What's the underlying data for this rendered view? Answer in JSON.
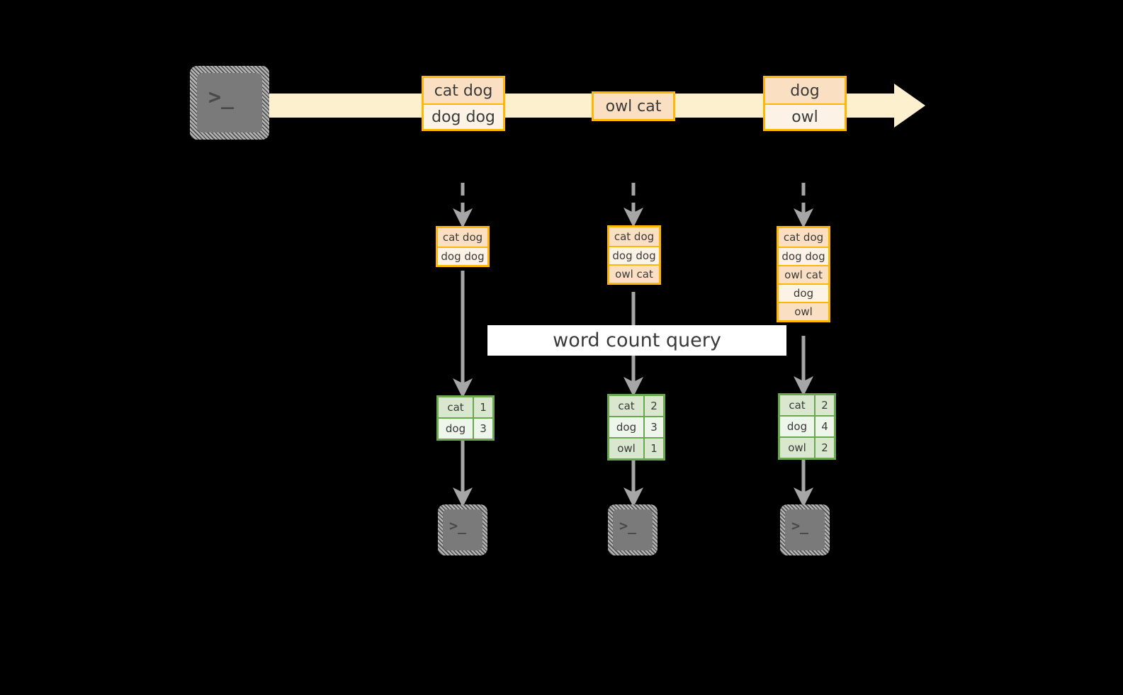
{
  "diagram": {
    "title": "word count query",
    "colors": {
      "background": "#000000",
      "stream_band": "#fdf0cf",
      "record_border": "#ffb703",
      "record_fill_dark": "#fbdfc2",
      "record_fill_light": "#fdf2e6",
      "result_border": "#6aa84f",
      "result_fill_dark": "#d8e7cd",
      "result_fill_light": "#eef5ea",
      "terminal_face": "#7a7a7a",
      "arrow_gray": "#a6a6a6",
      "label_band": "#ffffff"
    }
  },
  "source": {
    "icon": "terminal-icon",
    "prompt": ">_"
  },
  "stream": {
    "groups": [
      {
        "name": "stream-group-1",
        "rows": [
          {
            "text": "cat dog",
            "shade": "dark"
          },
          {
            "text": "dog dog",
            "shade": "light"
          }
        ]
      },
      {
        "name": "stream-group-2",
        "rows": [
          {
            "text": "owl cat",
            "shade": "dark"
          }
        ]
      },
      {
        "name": "stream-group-3",
        "rows": [
          {
            "text": "dog",
            "shade": "dark"
          },
          {
            "text": "owl",
            "shade": "light"
          }
        ]
      }
    ]
  },
  "stages": [
    {
      "name": "stage-1",
      "accumulated": [
        {
          "text": "cat dog",
          "shade": "dark"
        },
        {
          "text": "dog dog",
          "shade": "light"
        }
      ],
      "result": {
        "rows": [
          {
            "word": "cat",
            "count": "1",
            "shade": "dark"
          },
          {
            "word": "dog",
            "count": "3",
            "shade": "light"
          }
        ]
      },
      "sink": {
        "icon": "terminal-icon",
        "prompt": ">_"
      }
    },
    {
      "name": "stage-2",
      "accumulated": [
        {
          "text": "cat dog",
          "shade": "dark"
        },
        {
          "text": "dog dog",
          "shade": "light"
        },
        {
          "text": "owl cat",
          "shade": "dark"
        }
      ],
      "result": {
        "rows": [
          {
            "word": "cat",
            "count": "2",
            "shade": "dark"
          },
          {
            "word": "dog",
            "count": "3",
            "shade": "light"
          },
          {
            "word": "owl",
            "count": "1",
            "shade": "dark"
          }
        ]
      },
      "sink": {
        "icon": "terminal-icon",
        "prompt": ">_"
      }
    },
    {
      "name": "stage-3",
      "accumulated": [
        {
          "text": "cat dog",
          "shade": "dark"
        },
        {
          "text": "dog dog",
          "shade": "light"
        },
        {
          "text": "owl cat",
          "shade": "dark"
        },
        {
          "text": "dog",
          "shade": "light"
        },
        {
          "text": "owl",
          "shade": "dark"
        }
      ],
      "result": {
        "rows": [
          {
            "word": "cat",
            "count": "2",
            "shade": "dark"
          },
          {
            "word": "dog",
            "count": "4",
            "shade": "light"
          },
          {
            "word": "owl",
            "count": "2",
            "shade": "dark"
          }
        ]
      },
      "sink": {
        "icon": "terminal-icon",
        "prompt": ">_"
      }
    }
  ]
}
